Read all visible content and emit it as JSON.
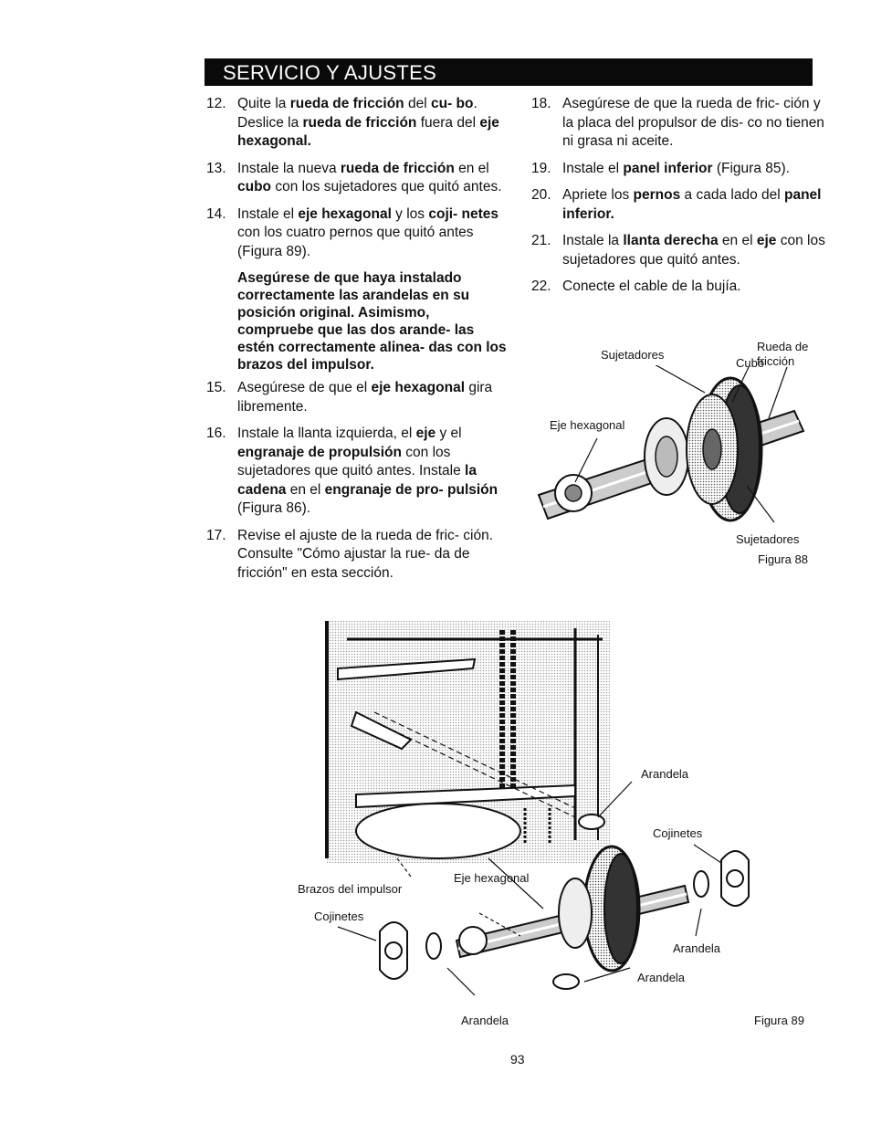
{
  "header": {
    "title": "SERVICIO Y AJUSTES"
  },
  "steps_left": [
    {
      "num": "12.",
      "parts": [
        [
          "Quite la ",
          false
        ],
        [
          "rueda de fricción",
          true
        ],
        [
          " del ",
          false
        ],
        [
          "cu- bo",
          true
        ],
        [
          ". Deslice la ",
          false
        ],
        [
          "rueda de fricción",
          true
        ],
        [
          " fuera del ",
          false
        ],
        [
          "eje hexagonal.",
          true
        ]
      ]
    },
    {
      "num": "13.",
      "parts": [
        [
          "Instale la nueva ",
          false
        ],
        [
          "rueda de fricción",
          true
        ],
        [
          " en el ",
          false
        ],
        [
          "cubo",
          true
        ],
        [
          " con los sujetadores que quitó antes.",
          false
        ]
      ]
    },
    {
      "num": "14.",
      "parts": [
        [
          "Instale el ",
          false
        ],
        [
          "eje hexagonal",
          true
        ],
        [
          " y los ",
          false
        ],
        [
          "coji- netes",
          true
        ],
        [
          " con los cuatro pernos que quitó antes (Figura 89).",
          false
        ]
      ]
    }
  ],
  "note": "Asegúrese de que haya instalado correctamente las arandelas en su posición original. Asimismo, compruebe que las dos arande- las estén correctamente alinea- das con los brazos del impulsor.",
  "steps_left2": [
    {
      "num": "15.",
      "parts": [
        [
          "Asegúrese de que el ",
          false
        ],
        [
          "eje hexagonal",
          true
        ],
        [
          " gira libremente.",
          false
        ]
      ]
    },
    {
      "num": "16.",
      "parts": [
        [
          "Instale la llanta izquierda, el ",
          false
        ],
        [
          "eje",
          true
        ],
        [
          " y el ",
          false
        ],
        [
          "engranaje de propulsión",
          true
        ],
        [
          " con los sujetadores que quitó antes. Instale ",
          false
        ],
        [
          "la cadena",
          true
        ],
        [
          " en el ",
          false
        ],
        [
          "engranaje de pro- pulsión",
          true
        ],
        [
          " (Figura 86).",
          false
        ]
      ]
    },
    {
      "num": "17.",
      "parts": [
        [
          "Revise el ajuste de la rueda de fric- ción. Consulte \"Cómo ajustar la rue- da de fricción\" en esta sección.",
          false
        ]
      ]
    }
  ],
  "steps_right": [
    {
      "num": "18.",
      "parts": [
        [
          "Asegúrese de que la rueda de fric- ción y la placa del propulsor de dis- co no tienen ni grasa ni aceite.",
          false
        ]
      ]
    },
    {
      "num": "19.",
      "parts": [
        [
          "Instale el ",
          false
        ],
        [
          "panel inferior",
          true
        ],
        [
          " (Figura 85).",
          false
        ]
      ]
    },
    {
      "num": "20.",
      "parts": [
        [
          "Apriete los ",
          false
        ],
        [
          "pernos",
          true
        ],
        [
          " a cada lado del ",
          false
        ],
        [
          "panel inferior.",
          true
        ]
      ]
    },
    {
      "num": "21.",
      "parts": [
        [
          "Instale la ",
          false
        ],
        [
          "llanta derecha",
          true
        ],
        [
          " en el ",
          false
        ],
        [
          "eje",
          true
        ],
        [
          " con los sujetadores que quitó antes.",
          false
        ]
      ]
    },
    {
      "num": "22.",
      "parts": [
        [
          "Conecte el cable de la bujía.",
          false
        ]
      ]
    }
  ],
  "fig88": {
    "sujetadores_top": "Sujetadores",
    "cubo": "Cubo",
    "rueda_de": "Rueda de",
    "friccion": "fricción",
    "eje_hexagonal": "Eje hexagonal",
    "sujetadores_bottom": "Sujetadores",
    "caption": "Figura 88"
  },
  "fig89": {
    "arandela_1": "Arandela",
    "cojinetes_right": "Cojinetes",
    "brazos": "Brazos del impulsor",
    "eje_hexagonal": "Eje hexagonal",
    "cojinetes_left": "Cojinetes",
    "arandela_2": "Arandela",
    "arandela_3": "Arandela",
    "arandela_4": "Arandela",
    "caption": "Figura 89"
  },
  "page_number": "93",
  "colors": {
    "header_bg": "#0a0a0a",
    "header_text": "#ffffff"
  }
}
